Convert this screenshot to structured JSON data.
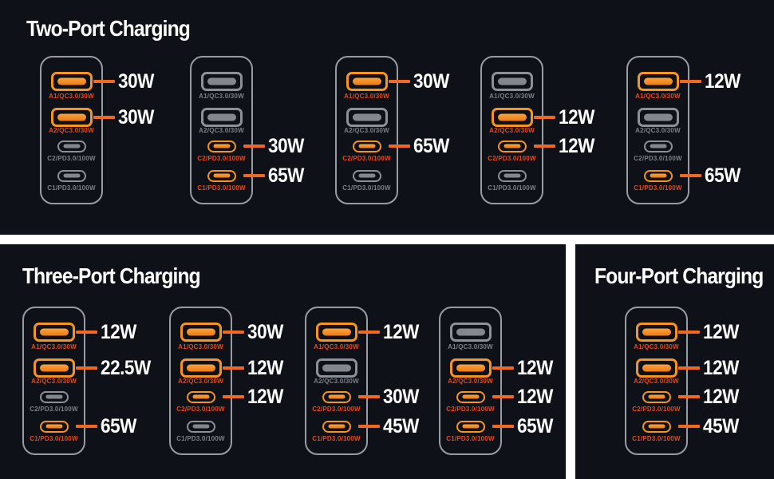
{
  "colors": {
    "panel_background": "#0e1118",
    "gutter_white": "#ffffff",
    "active_port_orange": "#f7941e",
    "active_fill_top": "#f9a43c",
    "active_fill_bottom": "#ee7a16",
    "active_label_red_orange": "#e8481c",
    "callout_line_orange": "#f2681e",
    "inactive_port_gray": "#8d9197",
    "inactive_fill_gray": "#84878d",
    "inactive_label_gray": "#7d8187",
    "charger_outline_gray": "#989ca3",
    "wattage_text": "#ffffff",
    "title_text": "#ffffff"
  },
  "sections": [
    {
      "title": "Two-Port Charging",
      "chargers": [
        {
          "ports": [
            {
              "type": "usb-a",
              "label": "A1/QC3.0/30W",
              "active": true,
              "watt": "30W"
            },
            {
              "type": "usb-a",
              "label": "A2/QC3.0/30W",
              "active": true,
              "watt": "30W"
            },
            {
              "type": "usb-c",
              "label": "C2/PD3.0/100W",
              "active": false
            },
            {
              "type": "usb-c",
              "label": "C1/PD3.0/100W",
              "active": false
            }
          ]
        },
        {
          "ports": [
            {
              "type": "usb-a",
              "label": "A1/QC3.0/30W",
              "active": false
            },
            {
              "type": "usb-a",
              "label": "A2/QC3.0/30W",
              "active": false
            },
            {
              "type": "usb-c",
              "label": "C2/PD3.0/100W",
              "active": true,
              "watt": "30W"
            },
            {
              "type": "usb-c",
              "label": "C1/PD3.0/100W",
              "active": true,
              "watt": "65W"
            }
          ]
        },
        {
          "ports": [
            {
              "type": "usb-a",
              "label": "A1/QC3.0/30W",
              "active": true,
              "watt": "30W"
            },
            {
              "type": "usb-a",
              "label": "A2/QC3.0/30W",
              "active": false
            },
            {
              "type": "usb-c",
              "label": "C2/PD3.0/100W",
              "active": true,
              "watt": "65W"
            },
            {
              "type": "usb-c",
              "label": "C1/PD3.0/100W",
              "active": false
            }
          ]
        },
        {
          "ports": [
            {
              "type": "usb-a",
              "label": "A1/QC3.0/30W",
              "active": false
            },
            {
              "type": "usb-a",
              "label": "A2/QC3.0/30W",
              "active": true,
              "watt": "12W"
            },
            {
              "type": "usb-c",
              "label": "C2/PD3.0/100W",
              "active": true,
              "watt": "12W"
            },
            {
              "type": "usb-c",
              "label": "C1/PD3.0/100W",
              "active": false
            }
          ]
        },
        {
          "ports": [
            {
              "type": "usb-a",
              "label": "A1/QC3.0/30W",
              "active": true,
              "watt": "12W"
            },
            {
              "type": "usb-a",
              "label": "A2/QC3.0/30W",
              "active": false
            },
            {
              "type": "usb-c",
              "label": "C2/PD3.0/100W",
              "active": false
            },
            {
              "type": "usb-c",
              "label": "C1/PD3.0/100W",
              "active": true,
              "watt": "65W"
            }
          ]
        }
      ]
    },
    {
      "title": "Three-Port Charging",
      "chargers": [
        {
          "ports": [
            {
              "type": "usb-a",
              "label": "A1/QC3.0/30W",
              "active": true,
              "watt": "12W"
            },
            {
              "type": "usb-a",
              "label": "A2/QC3.0/30W",
              "active": true,
              "watt": "22.5W"
            },
            {
              "type": "usb-c",
              "label": "C2/PD3.0/100W",
              "active": false
            },
            {
              "type": "usb-c",
              "label": "C1/PD3.0/100W",
              "active": true,
              "watt": "65W"
            }
          ]
        },
        {
          "ports": [
            {
              "type": "usb-a",
              "label": "A1/QC3.0/30W",
              "active": true,
              "watt": "30W"
            },
            {
              "type": "usb-a",
              "label": "A2/QC3.0/30W",
              "active": true,
              "watt": "12W"
            },
            {
              "type": "usb-c",
              "label": "C2/PD3.0/100W",
              "active": true,
              "watt": "12W"
            },
            {
              "type": "usb-c",
              "label": "C1/PD3.0/100W",
              "active": false
            }
          ]
        },
        {
          "ports": [
            {
              "type": "usb-a",
              "label": "A1/QC3.0/30W",
              "active": true,
              "watt": "12W"
            },
            {
              "type": "usb-a",
              "label": "A2/QC3.0/30W",
              "active": false
            },
            {
              "type": "usb-c",
              "label": "C2/PD3.0/100W",
              "active": true,
              "watt": "30W"
            },
            {
              "type": "usb-c",
              "label": "C1/PD3.0/100W",
              "active": true,
              "watt": "45W"
            }
          ]
        },
        {
          "ports": [
            {
              "type": "usb-a",
              "label": "A1/QC3.0/30W",
              "active": false
            },
            {
              "type": "usb-a",
              "label": "A2/QC3.0/30W",
              "active": true,
              "watt": "12W"
            },
            {
              "type": "usb-c",
              "label": "C2/PD3.0/100W",
              "active": true,
              "watt": "12W"
            },
            {
              "type": "usb-c",
              "label": "C1/PD3.0/100W",
              "active": true,
              "watt": "65W"
            }
          ]
        }
      ]
    },
    {
      "title": "Four-Port Charging",
      "chargers": [
        {
          "ports": [
            {
              "type": "usb-a",
              "label": "A1/QC3.0/30W",
              "active": true,
              "watt": "12W"
            },
            {
              "type": "usb-a",
              "label": "A2/QC3.0/30W",
              "active": true,
              "watt": "12W"
            },
            {
              "type": "usb-c",
              "label": "C2/PD3.0/100W",
              "active": true,
              "watt": "12W"
            },
            {
              "type": "usb-c",
              "label": "C1/PD3.0/100W",
              "active": true,
              "watt": "45W"
            }
          ]
        }
      ]
    }
  ]
}
